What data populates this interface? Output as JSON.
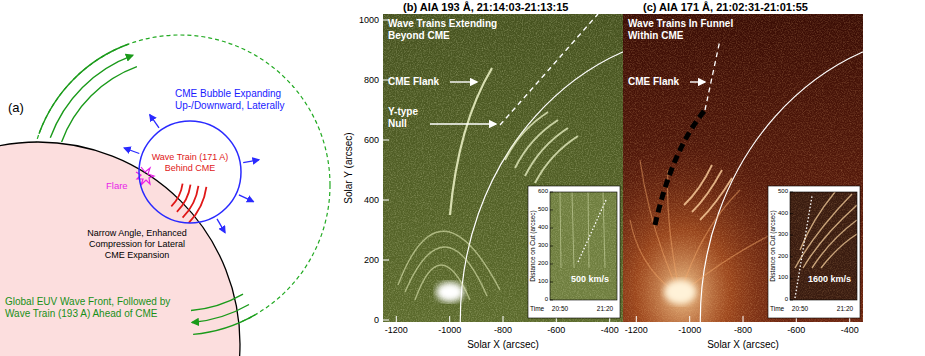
{
  "diagram": {
    "nodes": [
      {
        "text": [
          "CME Bubble Expanding Up-/Downward, Laterally",
          "Wave Train (171 A) Behind CME"
        ]
      },
      {
        "text": [
          "(b) AIA 193 Å, 21:14:03-21:13:15",
          "Wave Trains Extending Beyond CME",
          "CME Flank",
          "Y-type Null"
        ]
      },
      {
        "text": [
          "500 km/s"
        ],
        "in": 1
      },
      {
        "text": [
          "(c) AIA 171 Å, 21:02:31-21:01:55",
          "Wave Trains In Funnel Within CME",
          "CME Flank"
        ]
      },
      {
        "text": [
          "1600 km/s"
        ],
        "in": 3
      }
    ],
    "labels": [
      "(a)",
      "Flare",
      "Narrow Angle, Enhanced Compression for Lateral CME Expansion",
      "Global EUV Wave Front, Followed by Wave Train (193 A) Ahead of CME",
      "Solar Y (arcsec)",
      "0",
      "200",
      "400",
      "600",
      "800",
      "1000",
      "-1200",
      "-1000",
      "-800",
      "-600",
      "-400",
      "Solar X (arcsec)",
      "-1200",
      "-1000",
      "-800",
      "-600",
      "-400",
      "Solar X (arcsec)",
      "Distance on Cut (arcsec)",
      "0",
      "100",
      "200",
      "300",
      "400",
      "500",
      "600",
      "Time",
      "20:50",
      "21:20",
      "Distance on Cut (arcsec)",
      "0",
      "100",
      "200",
      "300",
      "400",
      "500",
      "Time",
      "20:50",
      "21:20"
    ]
  }
}
